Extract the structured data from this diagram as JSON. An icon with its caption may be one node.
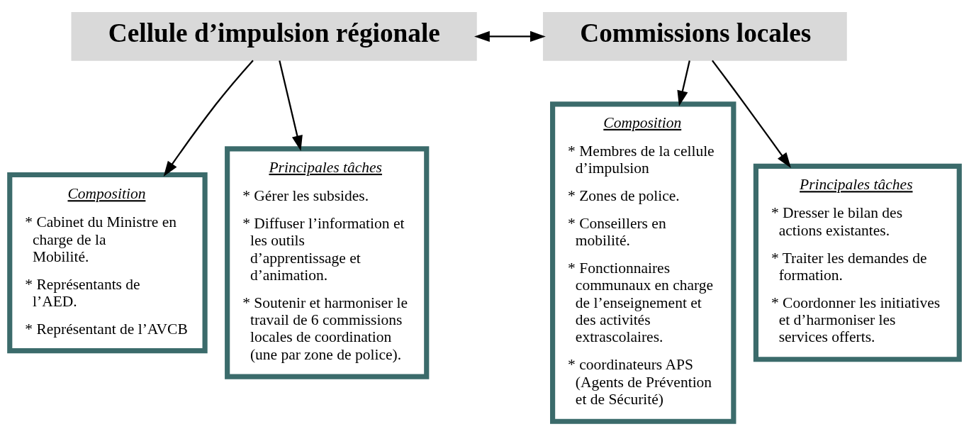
{
  "diagram": {
    "nodes": [
      {
        "text": [
          "Cellule d’impulsion régionale"
        ]
      },
      {
        "text": [
          "Commissions locales"
        ]
      },
      {
        "text": [
          "Composition",
          "* Cabinet du Ministre en charge de la Mobilité.",
          "* Représentants de l’AED.",
          "* Représentant de l’AVCB"
        ]
      },
      {
        "text": [
          "Principales tâches",
          "* Gérer les subsides.",
          "* Diffuser l’information et les outils d’apprentissage et d’animation.",
          "* Soutenir et harmoniser le travail de 6 commissions locales de coordination (une par zone de police)."
        ]
      },
      {
        "text": [
          "Composition",
          "* Membres de la cellule d’impulsion",
          "* Zones de police.",
          "* Conseillers en mobilité.",
          "* Fonctionnaires communaux en charge de l’enseignement et des activités extrascolaires.",
          "* coordinateurs APS (Agents de Prévention et de Sécurité)"
        ]
      },
      {
        "text": [
          "Principales tâches",
          "* Dresser le bilan des actions existantes.",
          "* Traiter les demandes de formation.",
          "* Coordonner les initiatives et d’harmoniser les services offerts."
        ]
      }
    ],
    "edges": [
      {
        "from": 0,
        "to": 1,
        "arrow": "both"
      },
      {
        "from": 0,
        "to": 2,
        "arrow": "to"
      },
      {
        "from": 0,
        "to": 3,
        "arrow": "to"
      },
      {
        "from": 1,
        "to": 4,
        "arrow": "to"
      },
      {
        "from": 1,
        "to": 5,
        "arrow": "to"
      }
    ]
  }
}
